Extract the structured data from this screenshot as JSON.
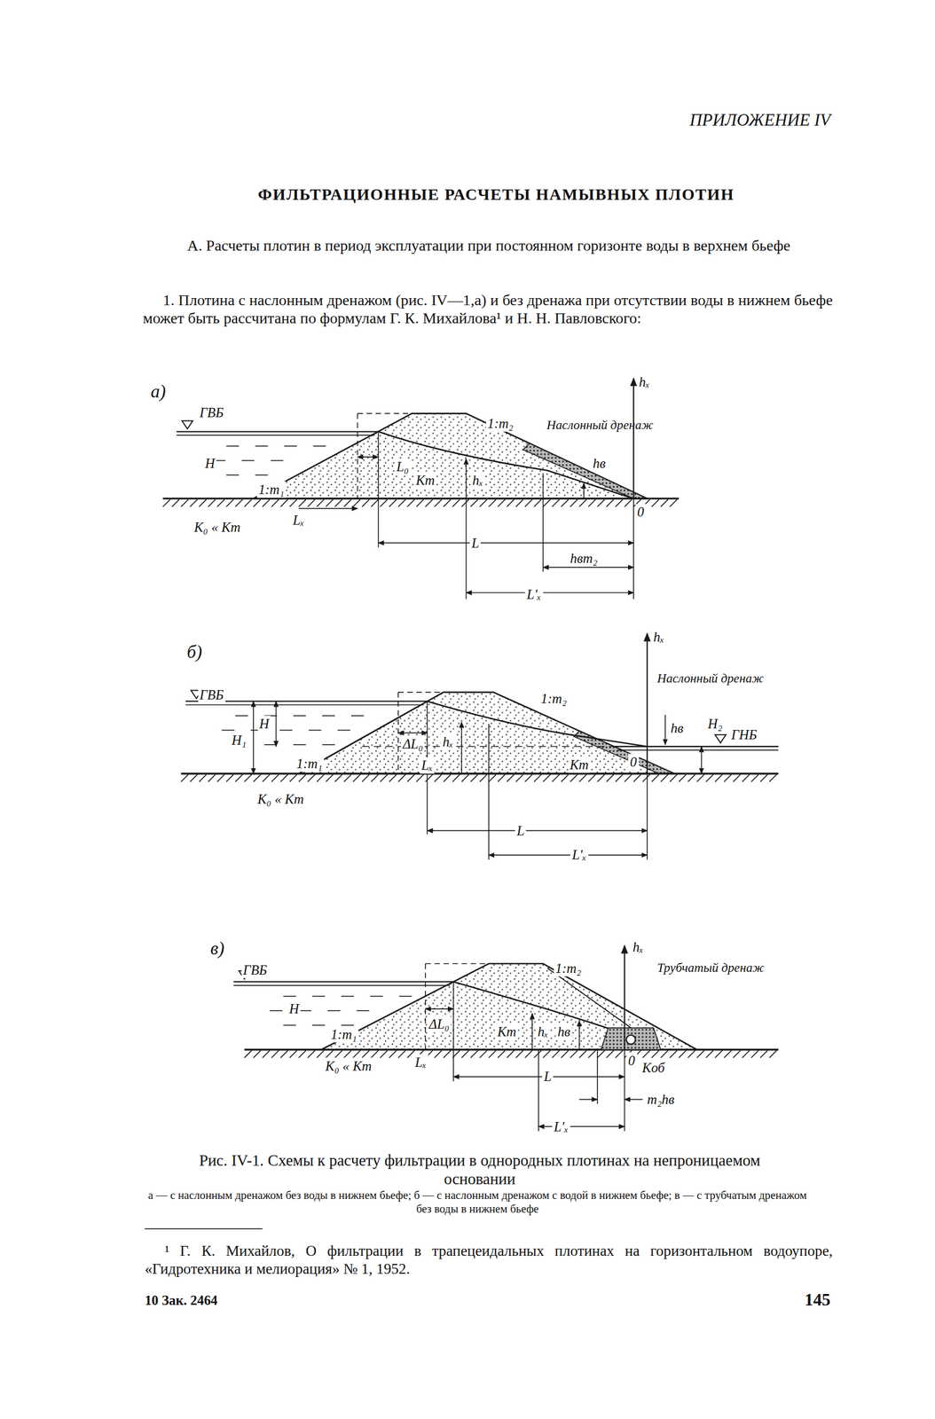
{
  "diagram": {
    "title": "ФИЛЬТРАЦИОННЫЕ РАСЧЕТЫ НАМЫВНЫХ ПЛОТИН",
    "caption": "Рис. IV-1. Схемы к расчету фильтрации в однородных плотинах на непроницаемом основании",
    "labels": [
      "ПРИЛОЖЕНИЕ IV",
      "А. Расчеты плотин в период эксплуатации при постоянном горизонте воды в верхнем бьефе",
      "1. Плотина с наслонным дренажом (рис. IV—1,а) и без дренажа при отсутствии воды в нижнем бьефе может быть рассчитана по формулам Г. К. Михайлова¹ и Н. Н. Павловского:",
      "а)",
      "ГВБ",
      "H",
      "1:m₁",
      "L₀",
      "Kт",
      "hₓ",
      "1:m₂",
      "Наслонный дренаж",
      "hв",
      "0",
      "K₀ « Kт",
      "Lₓ",
      "L",
      "hвm₂",
      "L'ₓ",
      "hₓ",
      "б)",
      "ГВБ",
      "H₁",
      "H",
      "1:m₁",
      "ΔL₀",
      "Lₓ",
      "hₓ",
      "1:m₂",
      "Kт",
      "0",
      "Наслонный дренаж",
      "hв",
      "H₂",
      "ГНБ",
      "K₀ « Kт",
      "L",
      "L'ₓ",
      "hₓ",
      "в)",
      "ГВБ",
      "H",
      "1:m₁",
      "ΔL₀",
      "Kт",
      "hₓ",
      "hв",
      "1:m₂",
      "Трубчатый дренаж",
      "0",
      "Kоб",
      "K₀ « Kт",
      "Lₓ",
      "L",
      "m₂hв",
      "L'ₓ",
      "hₓ",
      "а — с наслонным дренажом без воды в нижнем бьефе; б — с наслонным дренажом с водой в нижнем бьефе; в — с трубчатым дренажом без воды в нижнем бьефе",
      "¹ Г. К. Михайлов, О фильтрации в трапецеидальных плотинах на горизонтальном водоупоре, «Гидротехника и мелиорация» № 1, 1952.",
      "10 Зак. 2464",
      "145"
    ]
  }
}
